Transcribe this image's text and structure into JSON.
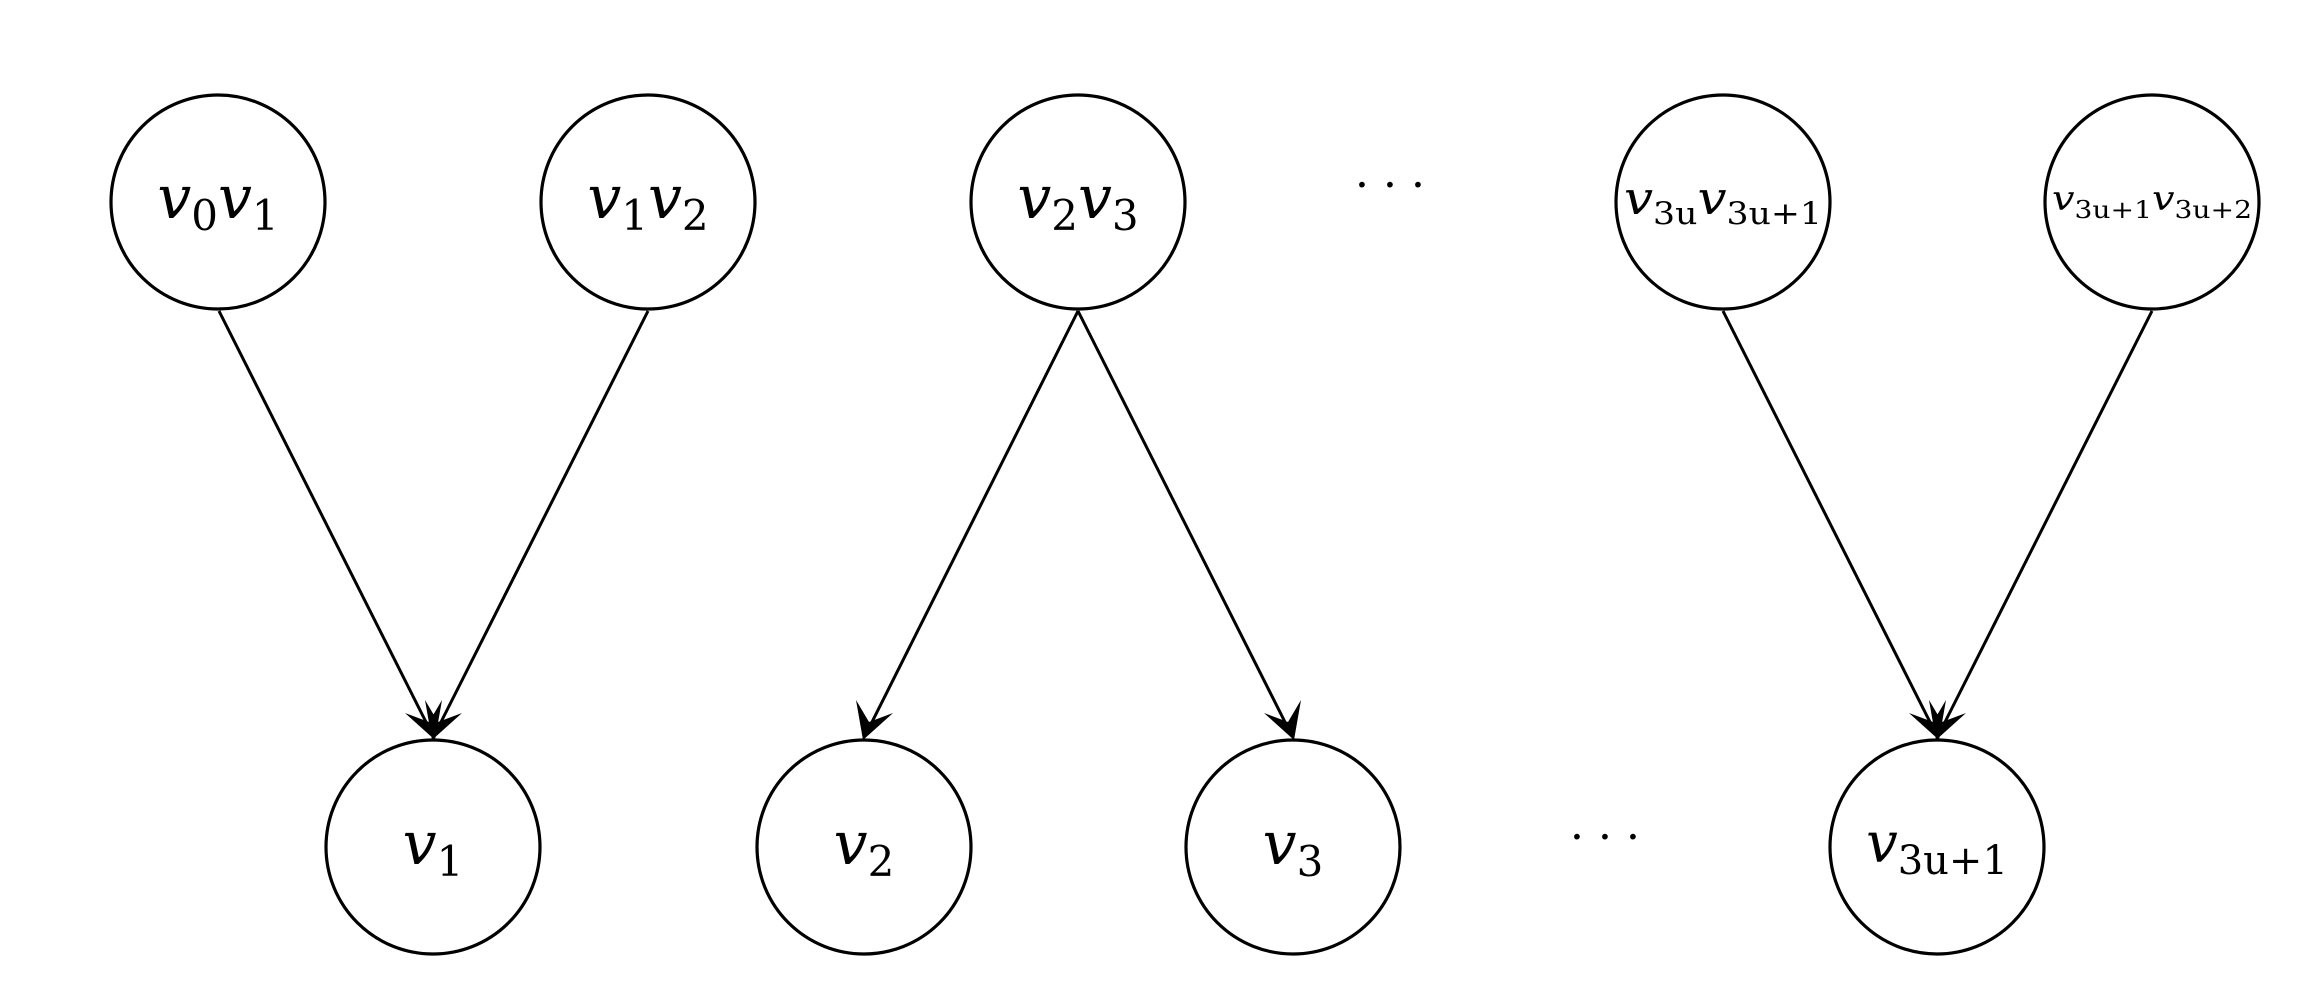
{
  "nodes": {
    "e01": {
      "base1": "v",
      "sub1": "0",
      "base2": "v",
      "sub2": "1"
    },
    "e12": {
      "base1": "v",
      "sub1": "1",
      "base2": "v",
      "sub2": "2"
    },
    "e23": {
      "base1": "v",
      "sub1": "2",
      "base2": "v",
      "sub2": "3"
    },
    "e3u": {
      "base1": "v",
      "sub1": "3u",
      "base2": "v",
      "sub2": "3u+1"
    },
    "e3u1": {
      "base1": "v",
      "sub1": "3u+1",
      "base2": "v",
      "sub2": "3u+2"
    },
    "n1": {
      "base": "v",
      "sub": "1"
    },
    "n2": {
      "base": "v",
      "sub": "2"
    },
    "n3": {
      "base": "v",
      "sub": "3"
    },
    "n3u1": {
      "base": "v",
      "sub": "3u+1"
    }
  },
  "ellipsis": {
    "top": "· · ·",
    "bottom": "· · ·"
  },
  "edges": [
    {
      "from": "e01",
      "to": "n1"
    },
    {
      "from": "e12",
      "to": "n1"
    },
    {
      "from": "e23",
      "to": "n2"
    },
    {
      "from": "e23",
      "to": "n3"
    },
    {
      "from": "e3u",
      "to": "n3u1"
    },
    {
      "from": "e3u1",
      "to": "n3u1"
    }
  ]
}
